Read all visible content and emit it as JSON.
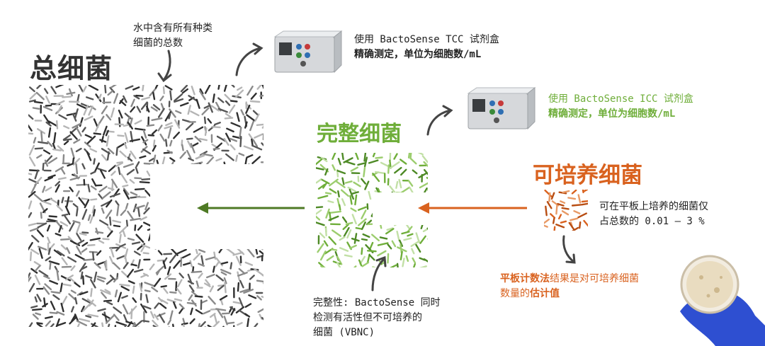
{
  "colors": {
    "total": "#3a3a3a",
    "intact": "#6fae3a",
    "culturable": "#d9621f",
    "arrow_green": "#4e7a24",
    "arrow_orange": "#d9621f"
  },
  "total": {
    "title": "总细菌",
    "note_line1": "水中含有所有种类",
    "note_line2": "细菌的总数"
  },
  "tcc": {
    "line1": "使用 BactoSense TCC 试剂盒",
    "line2_pre": "精确测定，单位为",
    "line2_unit": "细胞数/mL"
  },
  "intact": {
    "title": "完整细菌"
  },
  "icc": {
    "line1": "使用 BactoSense ICC 试剂盒",
    "line2_pre": "精确测定，单位为",
    "line2_unit": "细胞数/mL"
  },
  "culturable": {
    "title": "可培养细菌",
    "note_line1": "可在平板上培养的细菌仅",
    "note_line2": "占总数的 0.01 – 3 %"
  },
  "plate": {
    "method": "平板计数法",
    "mid": "结果是对可培养细菌",
    "line2_pre": "数量的",
    "line2_emph": "估计值"
  },
  "vbnc": {
    "line1": "完整性: BactoSense 同时",
    "line2": "检测有活性但不可培养的",
    "line3": "细菌 (VBNC)"
  },
  "icons": [
    "device-icon",
    "petri-dish-icon",
    "gloved-hand-icon"
  ]
}
